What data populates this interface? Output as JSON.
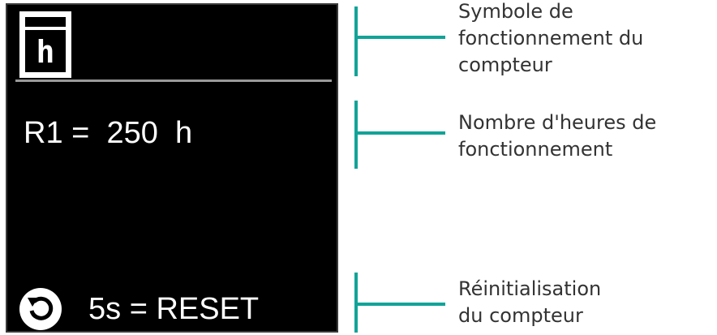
{
  "display": {
    "symbol_letter": "h",
    "counter_text": "R1 =  250  h",
    "reset_text": "5s = RESET",
    "icons": {
      "counter_symbol": "hour-counter-symbol-icon",
      "reset": "reset-undo-icon"
    }
  },
  "callouts": [
    {
      "line1": "Symbole de",
      "line2": "fonctionnement du",
      "line3": "compteur"
    },
    {
      "line1": "Nombre d'heures de",
      "line2": "fonctionnement"
    },
    {
      "line1": "Réinitialisation",
      "line2": "du compteur"
    }
  ],
  "colors": {
    "screen_background": "#000000",
    "screen_text": "#ffffff",
    "divider": "#9a9a9a",
    "callout_line": "#12a398",
    "callout_text": "#333333"
  }
}
